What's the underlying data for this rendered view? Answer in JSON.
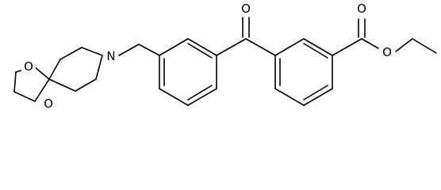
{
  "molecule": {
    "atoms": {
      "nitrogen": "N",
      "ketone_oxygen": "O",
      "ester_carbonyl_oxygen": "O",
      "ester_ether_oxygen": "O",
      "dioxolane_oxygen_upper": "O",
      "dioxolane_oxygen_lower": "O"
    }
  },
  "colors": {
    "bond": "#000000",
    "background": "#ffffff"
  }
}
